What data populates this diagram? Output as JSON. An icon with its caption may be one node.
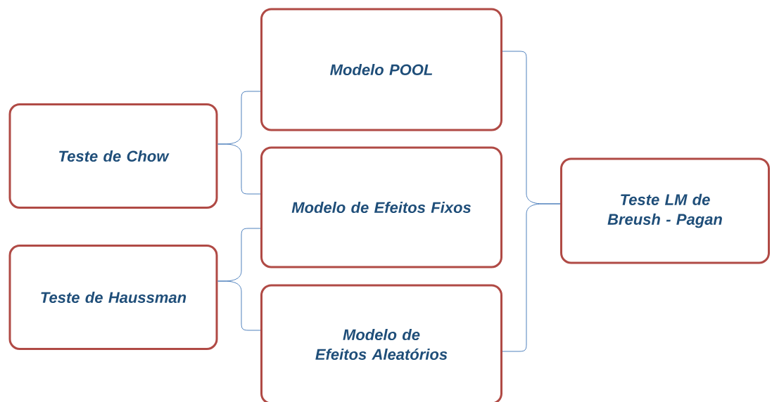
{
  "diagram": {
    "nodes": [
      {
        "text": [
          "Teste de Chow"
        ]
      },
      {
        "text": [
          "Teste de Haussman"
        ]
      },
      {
        "text": [
          "Modelo POOL"
        ]
      },
      {
        "text": [
          "Modelo de Efeitos Fixos"
        ]
      },
      {
        "text": [
          "Modelo de Efeitos Aleatórios"
        ]
      },
      {
        "text": [
          "Teste LM de Breush - Pagan"
        ]
      }
    ],
    "edges": [
      {
        "from": 0,
        "to": 2,
        "arrow": "none"
      },
      {
        "from": 0,
        "to": 3,
        "arrow": "none"
      },
      {
        "from": 1,
        "to": 3,
        "arrow": "none"
      },
      {
        "from": 1,
        "to": 4,
        "arrow": "none"
      },
      {
        "from": 5,
        "to": 2,
        "arrow": "none"
      },
      {
        "from": 5,
        "to": 4,
        "arrow": "none"
      }
    ]
  }
}
